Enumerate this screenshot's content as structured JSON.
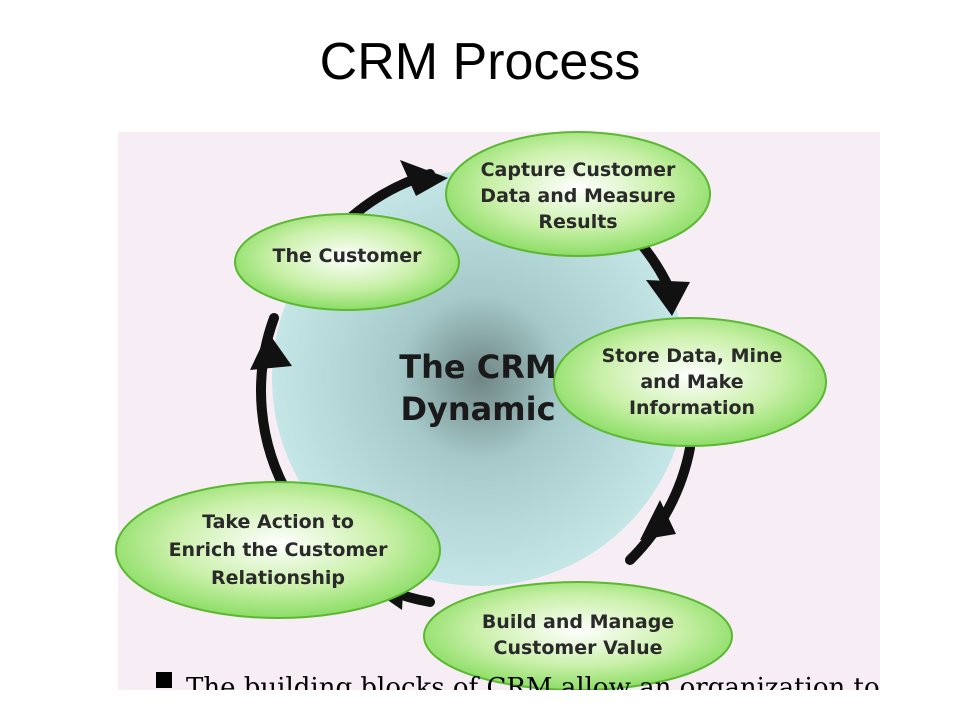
{
  "slide": {
    "title": "CRM Process"
  },
  "diagram": {
    "center": {
      "line1": "The CRM",
      "line2": "Dynamic"
    },
    "nodes": [
      {
        "id": "customer",
        "lines": [
          "The Customer"
        ]
      },
      {
        "id": "capture",
        "lines": [
          "Capture Customer",
          "Data and Measure",
          "Results"
        ]
      },
      {
        "id": "store",
        "lines": [
          "Store Data, Mine",
          "and Make",
          "Information"
        ]
      },
      {
        "id": "build",
        "lines": [
          "Build and Manage",
          "Customer Value"
        ]
      },
      {
        "id": "action",
        "lines": [
          "Take Action to",
          "Enrich the Customer",
          "Relationship"
        ]
      }
    ],
    "caption": "The building blocks of CRM allow an organization to"
  },
  "colors": {
    "node_fill": "#7ed957",
    "node_stroke": "#5cb832",
    "circle_fill": "#b8dcdc",
    "ring": "#111111",
    "panel": "#f7eef5"
  }
}
